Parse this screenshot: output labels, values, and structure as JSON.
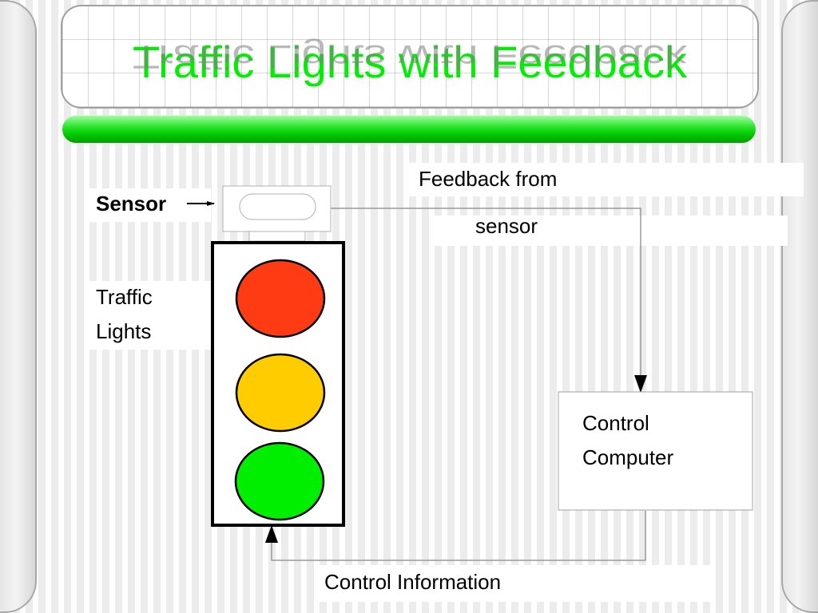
{
  "slide": {
    "title": "Traffic Lights with Feedback"
  },
  "labels": {
    "sensor": "Sensor",
    "traffic": "Traffic",
    "lights": "Lights",
    "feedback_line1": "Feedback from",
    "feedback_line2": "sensor",
    "control_line1": "Control",
    "control_line2": "Computer",
    "control_information": "Control Information"
  },
  "lights": [
    {
      "name": "red",
      "color": "#ff3b14"
    },
    {
      "name": "amber",
      "color": "#ffcc00"
    },
    {
      "name": "green",
      "color": "#00ee00"
    }
  ],
  "colors": {
    "title": "#00ee00",
    "bar": "#22e022"
  }
}
